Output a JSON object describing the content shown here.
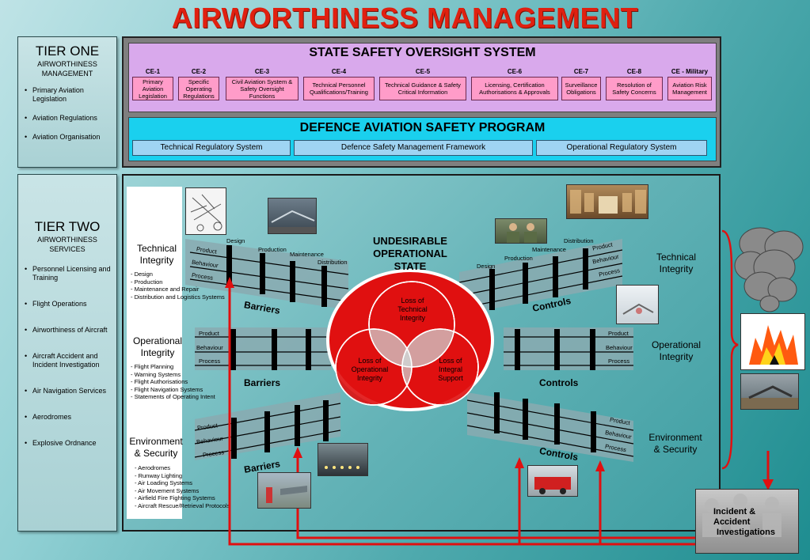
{
  "title": "AIRWORTHINESS MANAGEMENT",
  "tier_one": {
    "title": "TIER ONE",
    "subtitle_1": "AIRWORTHINESS",
    "subtitle_2": "MANAGEMENT",
    "items": [
      "Primary Aviation Legislation",
      "Aviation Regulations",
      "Aviation Organisation"
    ]
  },
  "tier_two": {
    "title": "TIER TWO",
    "subtitle_1": "AIRWORTHINESS",
    "subtitle_2": "SERVICES",
    "items": [
      "Personnel Licensing and Training",
      "Flight Operations",
      "Airworthiness of Aircraft",
      "Aircraft Accident and Incident Investigation",
      "Air Navigation Services",
      "Aerodromes",
      "Explosive Ordnance"
    ]
  },
  "ssos": {
    "title": "STATE SAFETY OVERSIGHT SYSTEM",
    "elements": [
      {
        "code": "CE-1",
        "label": "Primary Aviation Legislation"
      },
      {
        "code": "CE-2",
        "label": "Specific Operating Regulations"
      },
      {
        "code": "CE-3",
        "label": "Civil Aviation System & Safety Oversight Functions"
      },
      {
        "code": "CE-4",
        "label": "Technical Personnel Qualifications/Training"
      },
      {
        "code": "CE-5",
        "label": "Technical Guidance & Safety Critical Information"
      },
      {
        "code": "CE-6",
        "label": "Licensing, Certification Authorisations & Approvals"
      },
      {
        "code": "CE-7",
        "label": "Surveillance Obligations"
      },
      {
        "code": "CE-8",
        "label": "Resolution of Safety Concerns"
      },
      {
        "code": "CE - Military",
        "label": "Aviation Risk Management"
      }
    ]
  },
  "dasp": {
    "title": "DEFENCE AVIATION SAFETY PROGRAM",
    "items": [
      "Technical Regulatory System",
      "Defence Safety Management Framework",
      "Operational Regulatory System"
    ]
  },
  "categories": {
    "technical": {
      "title_1": "Technical",
      "title_2": "Integrity",
      "items": [
        "Design",
        "Production",
        "Maintenance and Repair",
        "Distribution and Logistics Systems"
      ]
    },
    "operational": {
      "title_1": "Operational",
      "title_2": "Integrity",
      "items": [
        "Flight Planning",
        "Warning Systems",
        "Flight Authorisations",
        "Flight Navigation Systems",
        "Statements of Operating Intent"
      ]
    },
    "environment": {
      "title_1": "Environment",
      "title_2": "& Security",
      "items": [
        "Aerodromes",
        "Runway Lighting",
        "Air Loading Systems",
        "Air Movement Systems",
        "Airfield Fire Fighting Systems",
        "Aircraft Rescue/Retrieval Protocols"
      ]
    }
  },
  "band_labels": {
    "product": "Product",
    "behaviour": "Behaviour",
    "process": "Process"
  },
  "stage_labels": {
    "design": "Design",
    "production": "Production",
    "maintenance": "Maintenance",
    "distribution": "Distribution"
  },
  "barriers_label": "Barriers",
  "controls_label": "Controls",
  "undesirable": {
    "line1": "UNDESIRABLE",
    "line2": "OPERATIONAL",
    "line3": "STATE"
  },
  "venn": {
    "top": [
      "Loss of",
      "Technical",
      "Integrity"
    ],
    "left": [
      "Loss of",
      "Operational",
      "Integrity"
    ],
    "right": [
      "Loss of",
      "Integral",
      "Support"
    ]
  },
  "right_side": {
    "technical_1": "Technical",
    "technical_2": "Integrity",
    "operational_1": "Operational",
    "operational_2": "Integrity",
    "environment_1": "Environment",
    "environment_2": "& Security"
  },
  "incident": {
    "line1": "Incident &",
    "line2": "Accident",
    "line3": "Investigations"
  },
  "colors": {
    "title": "#e02010",
    "ssos_bg": "#d9a9ec",
    "ce_box": "#ff9cc9",
    "dasp_bg": "#1ad0ee",
    "venn_ring": "#e01010",
    "arrow": "#e01010"
  }
}
